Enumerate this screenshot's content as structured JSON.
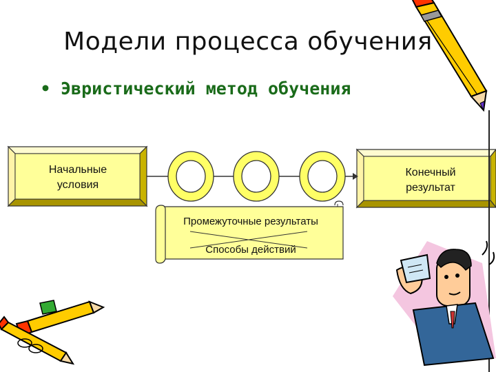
{
  "slide": {
    "title": "Модели процесса обучения",
    "bullet": "Эвристический метод обучения"
  },
  "diagram": {
    "start_label": "Начальные\nусловия",
    "end_label": "Конечный\nрезультат",
    "intermediate_label": "Промежуточные результаты",
    "methods_label": "Способы действий"
  },
  "colors": {
    "box_fill": "#ffff99",
    "box_edge_light": "#fff9c8",
    "box_edge_dark": "#b8a300",
    "ring_fill": "#ffff66",
    "title_text": "#111111",
    "bullet_text": "#1a6b1a"
  },
  "icons": [
    "pencil-top-right",
    "pencils-bottom-left",
    "confused-man-with-paper"
  ]
}
